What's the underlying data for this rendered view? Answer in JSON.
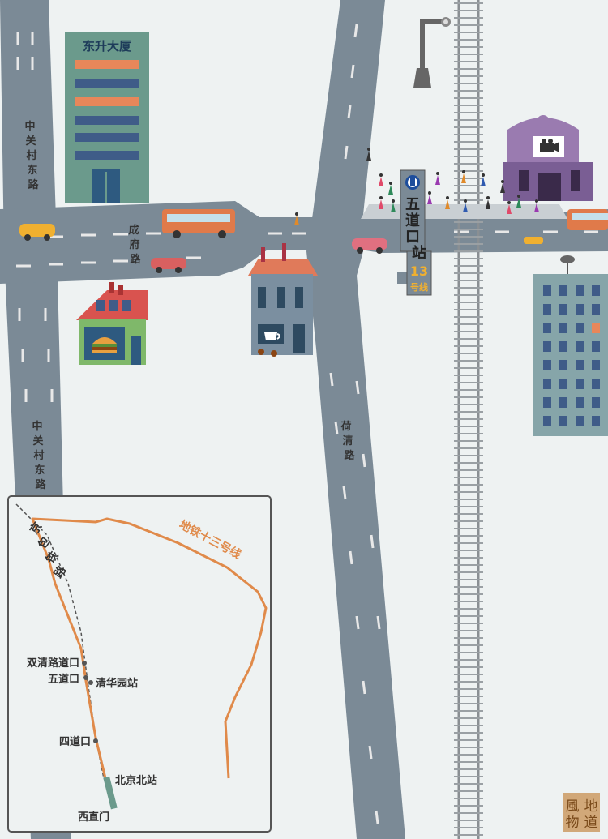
{
  "roads": {
    "zhongguancun_east_upper": [
      "中",
      "关",
      "村",
      "东",
      "路"
    ],
    "zhongguancun_east_lower": [
      "中",
      "关",
      "村",
      "东",
      "路"
    ],
    "chengfu": [
      "成",
      "府",
      "路"
    ],
    "heqing": [
      "荷",
      "清",
      "路"
    ]
  },
  "buildings": {
    "dongsheng": "东升大厦"
  },
  "station": {
    "name_chars": [
      "五",
      "道",
      "口",
      "站"
    ],
    "line_number": "13",
    "line_suffix": "号线"
  },
  "inset": {
    "railway_label": [
      "京",
      "包",
      "铁",
      "路"
    ],
    "subway_label": "地铁十三号线",
    "stops": {
      "shuangqing": "双清路道口",
      "wudaokou": "五道口",
      "qinghuayuan": "清华园站",
      "sidaokou": "四道口",
      "beijingbei": "北京北站",
      "xizhimen": "西直门"
    }
  },
  "seal": [
    "地",
    "道",
    "風",
    "物"
  ],
  "colors": {
    "background": "#eef2f2",
    "road": "#7b8a96",
    "road_marking": "#e8e8e8",
    "railway": "#8a8f93",
    "subway_line": "#e08a4a",
    "building_teal": "#6b9a8c",
    "building_blue_gray": "#86a5a9",
    "cinema_purple": "#9a7bb0",
    "bus_orange": "#e07a4a",
    "taxi_yellow": "#f0b030",
    "text_dark": "#333333"
  },
  "icons": [
    "subway-logo-icon",
    "street-lamp-icon",
    "burger-icon",
    "coffee-cup-icon",
    "camera-icon",
    "satellite-dish-icon"
  ]
}
